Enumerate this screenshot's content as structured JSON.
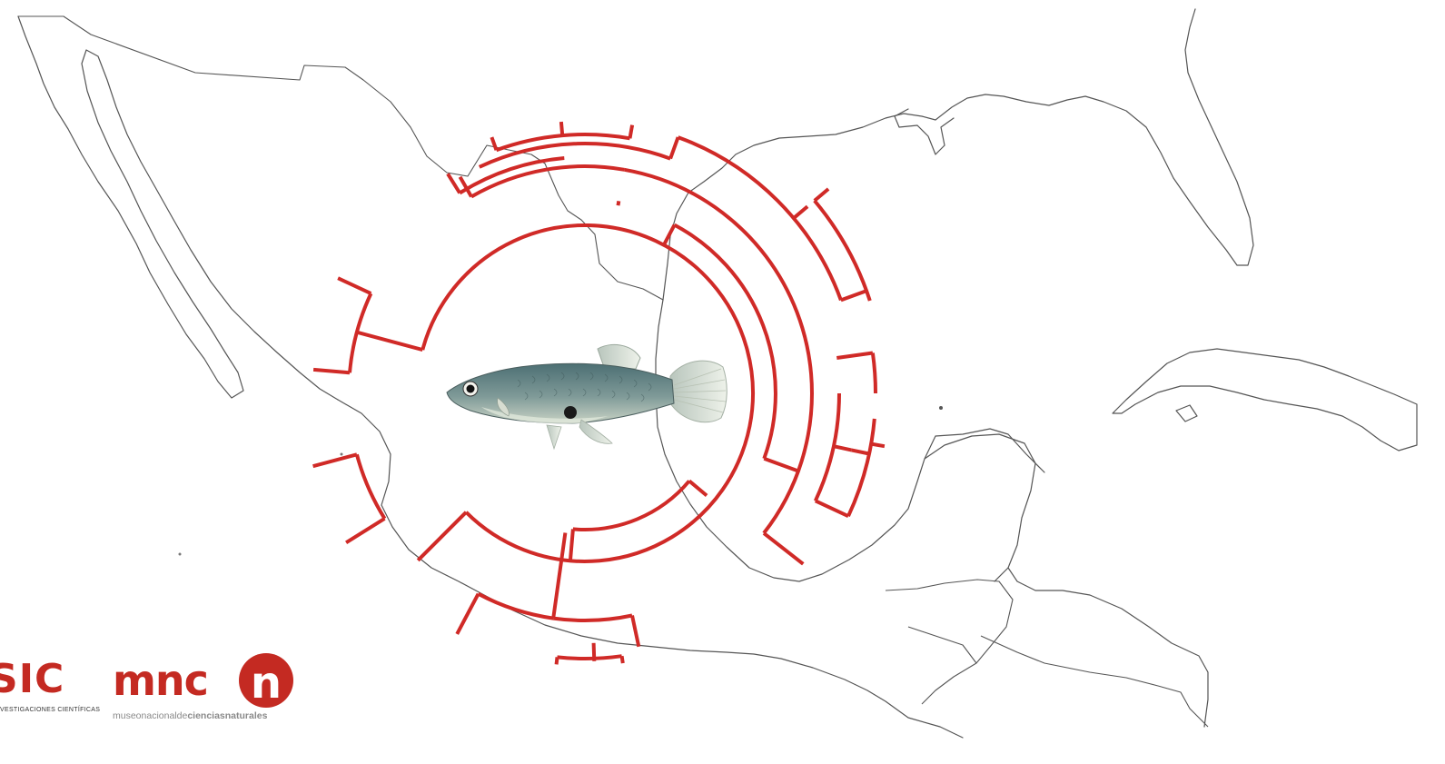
{
  "colors": {
    "background": "#ffffff",
    "coastline": "#555555",
    "tree": "#d02a27",
    "logo_red": "#c42a22",
    "logo_gray": "#8a8a8a"
  },
  "figure": {
    "map_region": "Mexico, southern United States, Gulf of Mexico, Cuba and Central America (outline map)",
    "tree_type": "circular phylogenetic tree",
    "center_image": "fish-icon"
  },
  "logos": {
    "csic": {
      "mark": "SIC",
      "subtitle": "VESTIGACIONES CIENTÍFICAS"
    },
    "mncn": {
      "mark": "mnc",
      "badge_letter": "n",
      "subtitle_plain": "museonacionalde",
      "subtitle_bold": "cienciasnaturales"
    }
  }
}
